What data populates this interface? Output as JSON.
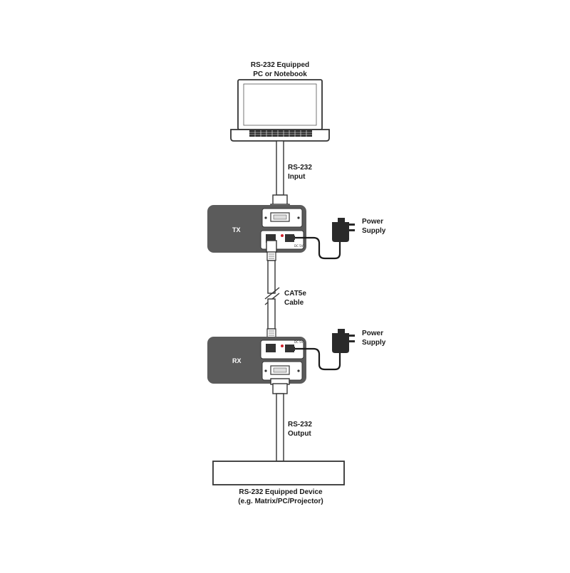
{
  "pc": {
    "line1": "RS-232 Equipped",
    "line2": "PC or Notebook"
  },
  "rs232_input": {
    "line1": "RS-232",
    "line2": "Input"
  },
  "tx": {
    "label": "TX"
  },
  "power_supply_tx": {
    "line1": "Power",
    "line2": "Supply"
  },
  "cat5e": {
    "line1": "CAT5e",
    "line2": "Cable"
  },
  "rx": {
    "label": "RX"
  },
  "power_supply_rx": {
    "line1": "Power",
    "line2": "Supply"
  },
  "rs232_output": {
    "line1": "RS-232",
    "line2": "Output"
  },
  "device": {
    "line1": "RS-232 Equipped Device",
    "line2": "(e.g. Matrix/PC/Projector)"
  }
}
